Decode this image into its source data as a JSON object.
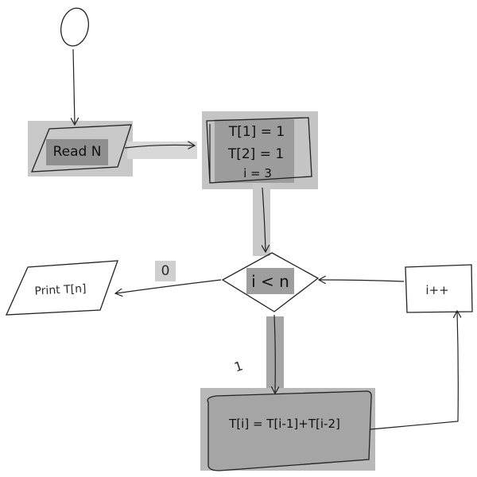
{
  "flowchart": {
    "read_node": "Read N",
    "init_node": {
      "line1": "T[1] = 1",
      "line2": "T[2] = 1",
      "line3": "i = 3"
    },
    "condition_node": "i < n",
    "print_node": "Print T[n]",
    "assign_node": "T[i] = T[i-1]+T[i-2]",
    "increment_node": "i++",
    "edge_false_label": "0",
    "edge_true_label": "1"
  },
  "colors": {
    "highlight": "#9a9a9a",
    "highlight_light": "#c8c8c8",
    "stroke": "#222222"
  }
}
